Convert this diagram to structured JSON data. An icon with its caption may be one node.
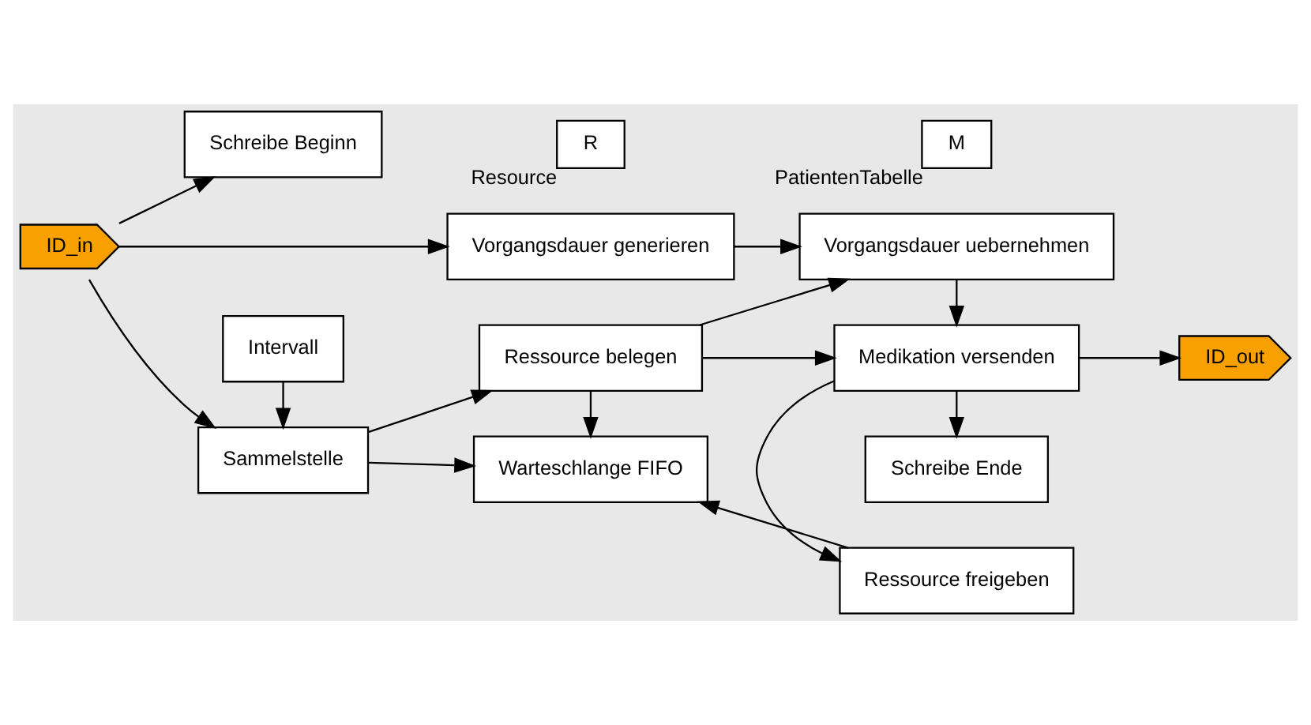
{
  "diagram": {
    "nodes": [
      {
        "text": [
          "ID_in"
        ]
      },
      {
        "text": [
          "Vorgangsdauer generieren"
        ]
      },
      {
        "text": [
          "Vorgangsdauer uebernehmen"
        ]
      },
      {
        "text": [
          "Sammelstelle"
        ]
      },
      {
        "text": [
          "Ressource belegen"
        ]
      },
      {
        "text": [
          "Medikation versenden"
        ]
      },
      {
        "text": [
          "ID_out"
        ]
      },
      {
        "text": [
          "Intervall"
        ]
      },
      {
        "text": [
          "Warteschlange FIFO"
        ]
      },
      {
        "text": [
          "Ressource freigeben"
        ]
      },
      {
        "text": [
          "Schreibe Beginn"
        ]
      },
      {
        "text": [
          "Schreibe Ende"
        ]
      },
      {
        "text": [
          "R"
        ],
        "beside": [
          "Resource"
        ]
      },
      {
        "text": [
          "M"
        ],
        "beside": [
          "PatientenTabelle"
        ]
      }
    ],
    "edges": [
      {
        "from": 0,
        "to": 3,
        "arrow": "to"
      },
      {
        "from": 0,
        "to": 1,
        "arrow": "to"
      },
      {
        "from": 0,
        "to": 10,
        "arrow": "to"
      },
      {
        "from": 1,
        "to": 2,
        "arrow": "to"
      },
      {
        "from": 7,
        "to": 3,
        "arrow": "to"
      },
      {
        "from": 3,
        "to": 4,
        "arrow": "to"
      },
      {
        "from": 3,
        "to": 8,
        "arrow": "to"
      },
      {
        "from": 4,
        "to": 2,
        "arrow": "to"
      },
      {
        "from": 4,
        "to": 5,
        "arrow": "to"
      },
      {
        "from": 4,
        "to": 8,
        "arrow": "to"
      },
      {
        "from": 2,
        "to": 5,
        "arrow": "to"
      },
      {
        "from": 5,
        "to": 6,
        "arrow": "to"
      },
      {
        "from": 5,
        "to": 9,
        "arrow": "to"
      },
      {
        "from": 5,
        "to": 11,
        "arrow": "to"
      },
      {
        "from": 9,
        "to": 8,
        "arrow": "to"
      }
    ]
  }
}
